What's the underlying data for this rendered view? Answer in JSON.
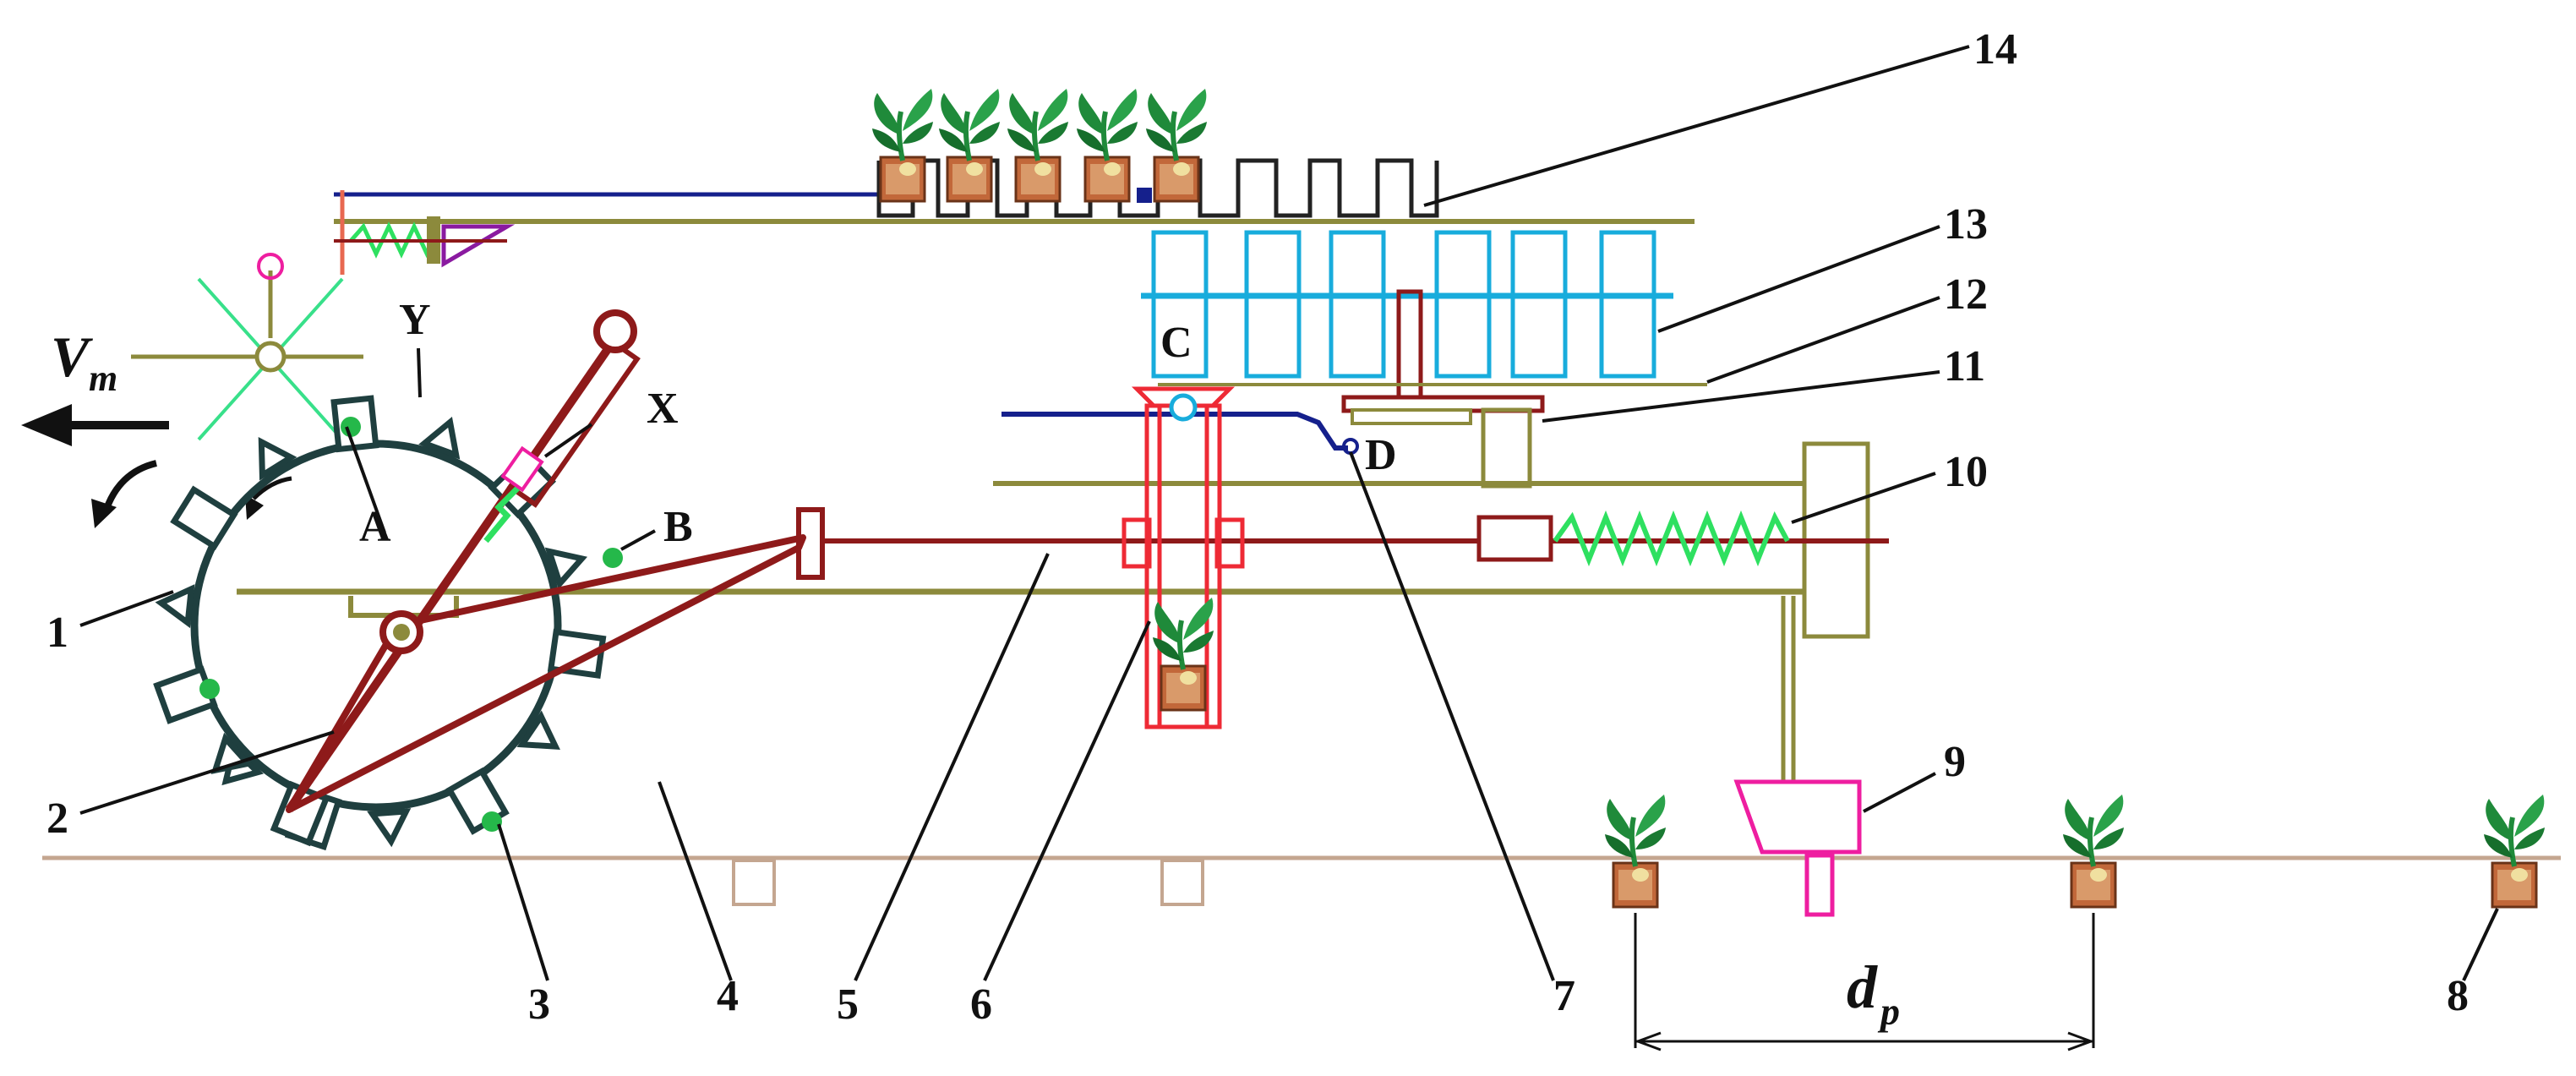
{
  "colors": {
    "frame": "#8c8a3c",
    "wheel": "#1f3f3f",
    "crank": "#8e1a1a",
    "carrier": "#ee2a35",
    "conveyor": "#18acdc",
    "rail": "#15208c",
    "ground": "#c4a690",
    "funnel": "#ee1ea0",
    "spring": "#2ee060",
    "pot": "#c2683a",
    "leaf": "#1f8a3a",
    "dot": "#25b84a",
    "star": "#38e08a",
    "leader": "#111111"
  },
  "labels": {
    "speed_main": "V",
    "speed_sub": "m",
    "dist_main": "d",
    "dist_sub": "p",
    "point_a": "A",
    "point_b": "B",
    "point_c": "C",
    "point_d": "D",
    "point_x": "X",
    "point_y": "Y",
    "n1": "1",
    "n2": "2",
    "n3": "3",
    "n4": "4",
    "n5": "5",
    "n6": "6",
    "n7": "7",
    "n8": "8",
    "n9": "9",
    "n10": "10",
    "n11": "11",
    "n12": "12",
    "n13": "13",
    "n14": "14"
  },
  "icons": {
    "seedling": "seedling-in-pot-icon",
    "star_wheel": "marker-star-icon",
    "direction": "left-arrow-icon",
    "rotation": "curved-arrow-icon"
  }
}
